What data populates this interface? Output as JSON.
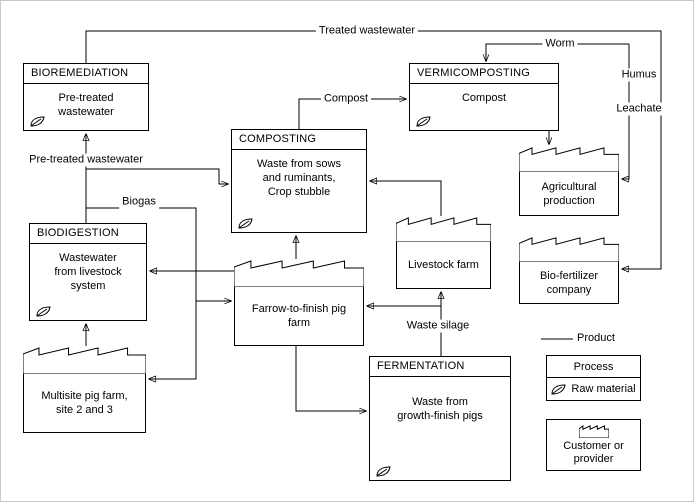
{
  "colors": {
    "line": "#000000",
    "background": "#ffffff",
    "text": "#000000",
    "frame": "#c8c8c8"
  },
  "nodes": {
    "bioremediation": {
      "title": "BIOREMEDIATION",
      "body": "Pre-treated\nwastewater"
    },
    "vermicomposting": {
      "title": "VERMICOMPOSTING",
      "body": "Compost"
    },
    "composting": {
      "title": "COMPOSTING",
      "body": "Waste from sows\nand ruminants,\nCrop stubble"
    },
    "biodigestion": {
      "title": "BIODIGESTION",
      "body": "Wastewater\nfrom livestock\nsystem"
    },
    "fermentation": {
      "title": "FERMENTATION",
      "body": "Waste from\ngrowth-finish pigs"
    },
    "agricultural_production": {
      "label": "Agricultural\nproduction"
    },
    "bio_fertilizer": {
      "label": "Bio-fertilizer\ncompany"
    },
    "livestock_farm": {
      "label": "Livestock farm"
    },
    "farrow_farm": {
      "label": "Farrow-to-finish pig\nfarm"
    },
    "multisite_farm": {
      "label": "Multisite pig farm,\nsite 2 and 3"
    }
  },
  "edge_labels": {
    "treated_wastewater": "Treated wastewater",
    "worm": "Worm",
    "humus": "Humus",
    "leachate": "Leachate",
    "compost": "Compost",
    "pretreated_wastewater": "Pre-treated wastewater",
    "biogas": "Biogas",
    "waste_silage": "Waste silage"
  },
  "legend": {
    "product": "Product",
    "process": "Process",
    "raw_material": "Raw material",
    "customer": "Customer or\nprovider"
  }
}
